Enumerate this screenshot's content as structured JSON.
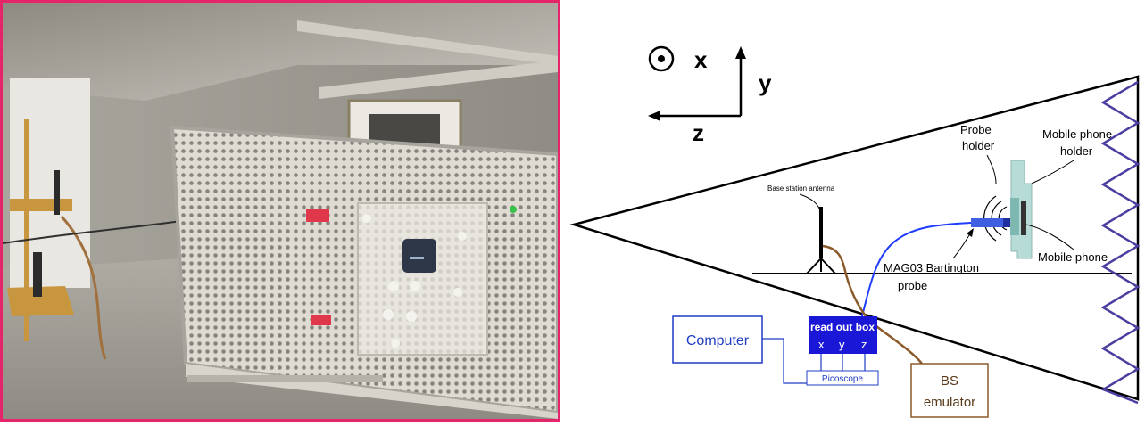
{
  "axes": {
    "x_label": "x",
    "y_label": "y",
    "z_label": "z"
  },
  "labels": {
    "base_station_antenna": "Base station antenna",
    "probe_holder_line1": "Probe",
    "probe_holder_line2": "holder",
    "mobile_phone_holder_line1": "Mobile phone",
    "mobile_phone_holder_line2": "holder",
    "mobile_phone": "Mobile phone",
    "probe_line1": "MAG03 Bartington",
    "probe_line2": "probe"
  },
  "boxes": {
    "computer": "Computer",
    "readout_title": "read out box",
    "readout_x": "x",
    "readout_y": "y",
    "readout_z": "z",
    "picoscope": "Picoscope",
    "bs_emulator_line1": "BS",
    "bs_emulator_line2": "emulator"
  },
  "colors": {
    "photo_border": "#e6246a",
    "absorber": "#4a3fa0",
    "probe_cable": "#1f3cff",
    "coax_cable": "#8b5a2b",
    "readout_box": "#1a17d6",
    "computer_text": "#1f3cc4",
    "bs_box": "#8b5a2b"
  }
}
